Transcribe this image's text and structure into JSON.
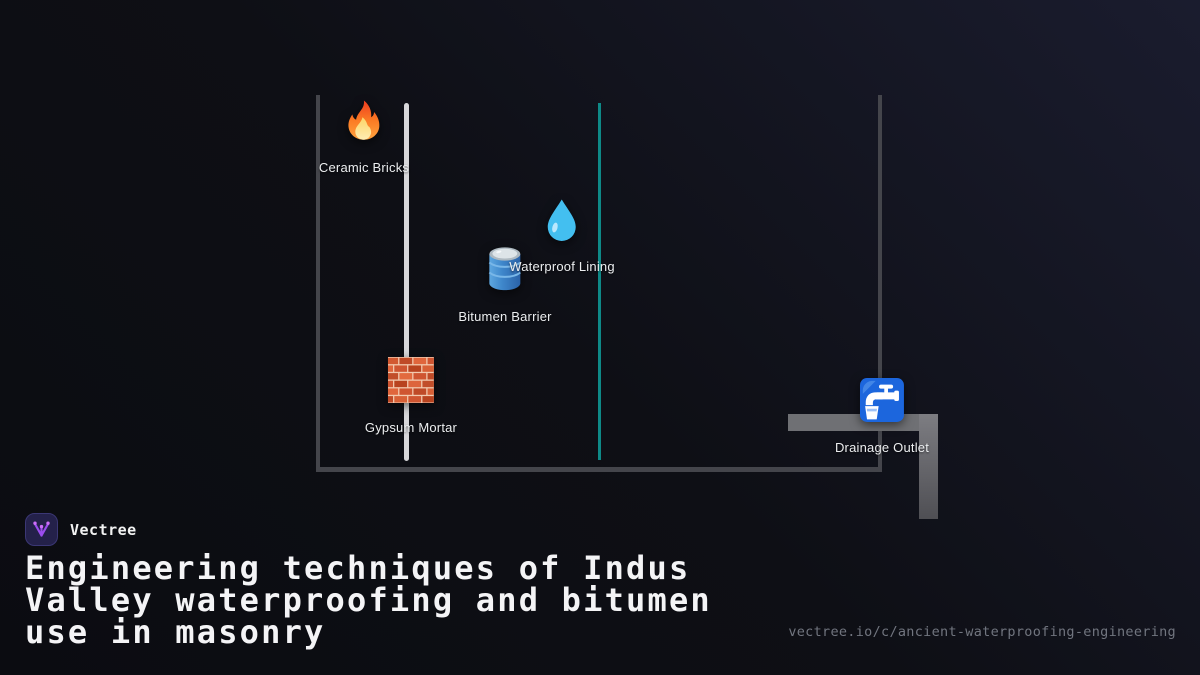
{
  "brand": {
    "name": "Vectree",
    "logo_icon": "vectree-logo-icon"
  },
  "title": "Engineering techniques of Indus\nValley waterproofing and bitumen\nuse in masonry",
  "footer_url": "vectree.io/c/ancient-waterproofing-engineering",
  "diagram": {
    "nodes": [
      {
        "id": "ceramic-bricks",
        "label": "Ceramic Bricks",
        "icon": "fire-icon"
      },
      {
        "id": "bitumen-barrier",
        "label": "Bitumen Barrier",
        "icon": "oil-drum-icon"
      },
      {
        "id": "waterproof-lining",
        "label": "Waterproof Lining",
        "icon": "droplet-icon"
      },
      {
        "id": "gypsum-mortar",
        "label": "Gypsum Mortar",
        "icon": "brick-wall-icon"
      },
      {
        "id": "drainage-outlet",
        "label": "Drainage Outlet",
        "icon": "potable-water-icon"
      }
    ],
    "colors": {
      "wall_gray": "#44454b",
      "gypsum_layer_white": "#d7d7da",
      "waterproof_layer_teal": "#0e8987",
      "drain_pipe_gray": "#6f7074"
    }
  },
  "colors": {
    "background_dark": "#0e0f15",
    "background_top_right": "#1a1c2e",
    "brand_purple": "#9b4dee",
    "title_text": "#f4f4f6",
    "label_text": "#eceef0",
    "url_text": "#71757f"
  }
}
